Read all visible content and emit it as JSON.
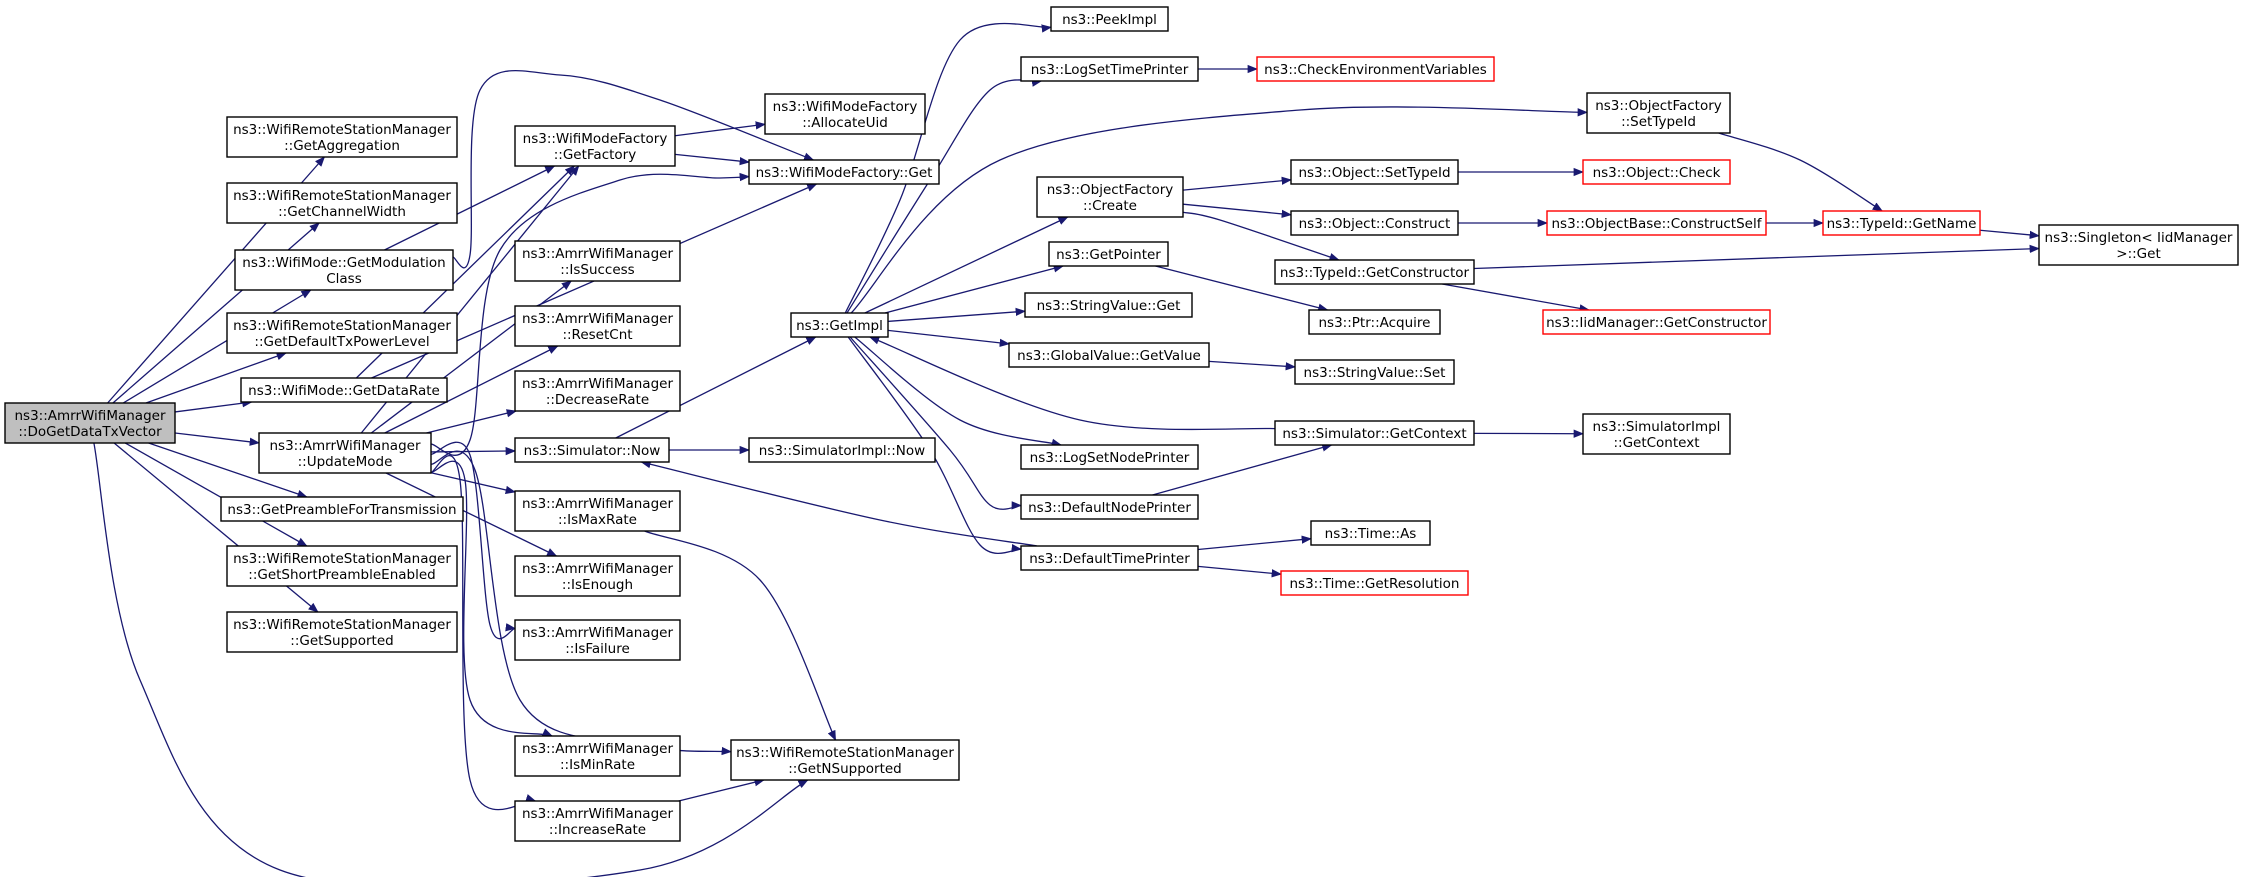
{
  "colors": {
    "edge": "#191970",
    "node_border": "#000000",
    "truncated_border": "#ff0000",
    "root_fill": "#bfbfbf"
  },
  "nodes": {
    "n1": {
      "lines": [
        "ns3::AmrrWifiManager",
        "::DoGetDataTxVector"
      ],
      "root": true
    },
    "n2": {
      "lines": [
        "ns3::WifiRemoteStationManager",
        "::GetAggregation"
      ]
    },
    "n3": {
      "lines": [
        "ns3::WifiRemoteStationManager",
        "::GetChannelWidth"
      ]
    },
    "n4": {
      "lines": [
        "ns3::WifiMode::GetModulation",
        "Class"
      ]
    },
    "n5": {
      "lines": [
        "ns3::WifiRemoteStationManager",
        "::GetDefaultTxPowerLevel"
      ]
    },
    "n6": {
      "lines": [
        "ns3::WifiMode::GetDataRate"
      ]
    },
    "n7": {
      "lines": [
        "ns3::AmrrWifiManager",
        "::UpdateMode"
      ]
    },
    "n8": {
      "lines": [
        "ns3::GetPreambleForTransmission"
      ]
    },
    "n9": {
      "lines": [
        "ns3::WifiRemoteStationManager",
        "::GetShortPreambleEnabled"
      ]
    },
    "n10": {
      "lines": [
        "ns3::WifiRemoteStationManager",
        "::GetSupported"
      ]
    },
    "n11": {
      "lines": [
        "ns3::WifiModeFactory",
        "::GetFactory"
      ]
    },
    "n12": {
      "lines": [
        "ns3::WifiModeFactory",
        "::AllocateUid"
      ]
    },
    "n13": {
      "lines": [
        "ns3::WifiModeFactory::Get"
      ]
    },
    "n14": {
      "lines": [
        "ns3::AmrrWifiManager",
        "::IsSuccess"
      ]
    },
    "n15": {
      "lines": [
        "ns3::AmrrWifiManager",
        "::ResetCnt"
      ]
    },
    "n16": {
      "lines": [
        "ns3::AmrrWifiManager",
        "::DecreaseRate"
      ]
    },
    "n17": {
      "lines": [
        "ns3::Simulator::Now"
      ]
    },
    "n18": {
      "lines": [
        "ns3::AmrrWifiManager",
        "::IsMaxRate"
      ]
    },
    "n19": {
      "lines": [
        "ns3::AmrrWifiManager",
        "::IsEnough"
      ]
    },
    "n20": {
      "lines": [
        "ns3::AmrrWifiManager",
        "::IsFailure"
      ]
    },
    "n21": {
      "lines": [
        "ns3::AmrrWifiManager",
        "::IsMinRate"
      ]
    },
    "n22": {
      "lines": [
        "ns3::AmrrWifiManager",
        "::IncreaseRate"
      ]
    },
    "n23": {
      "lines": [
        "ns3::WifiRemoteStationManager",
        "::GetNSupported"
      ]
    },
    "n24": {
      "lines": [
        "ns3::GetImpl"
      ]
    },
    "n25": {
      "lines": [
        "ns3::SimulatorImpl::Now"
      ]
    },
    "n26": {
      "lines": [
        "ns3::PeekImpl"
      ]
    },
    "n27": {
      "lines": [
        "ns3::LogSetTimePrinter"
      ]
    },
    "n28": {
      "lines": [
        "ns3::CheckEnvironmentVariables"
      ],
      "truncated": true
    },
    "n29": {
      "lines": [
        "ns3::ObjectFactory",
        "::Create"
      ]
    },
    "n30": {
      "lines": [
        "ns3::GetPointer"
      ]
    },
    "n31": {
      "lines": [
        "ns3::StringValue::Get"
      ]
    },
    "n32": {
      "lines": [
        "ns3::GlobalValue::GetValue"
      ]
    },
    "n33": {
      "lines": [
        "ns3::LogSetNodePrinter"
      ]
    },
    "n34": {
      "lines": [
        "ns3::DefaultNodePrinter"
      ]
    },
    "n35": {
      "lines": [
        "ns3::DefaultTimePrinter"
      ]
    },
    "n36": {
      "lines": [
        "ns3::ObjectFactory",
        "::SetTypeId"
      ]
    },
    "n37": {
      "lines": [
        "ns3::Object::SetTypeId"
      ]
    },
    "n38": {
      "lines": [
        "ns3::Object::Construct"
      ]
    },
    "n39": {
      "lines": [
        "ns3::TypeId::GetConstructor"
      ]
    },
    "n40": {
      "lines": [
        "ns3::Ptr::Acquire"
      ]
    },
    "n41": {
      "lines": [
        "ns3::StringValue::Set"
      ]
    },
    "n42": {
      "lines": [
        "ns3::Simulator::GetContext"
      ]
    },
    "n43": {
      "lines": [
        "ns3::Time::As"
      ]
    },
    "n44": {
      "lines": [
        "ns3::Time::GetResolution"
      ],
      "truncated": true
    },
    "n45": {
      "lines": [
        "ns3::Object::Check"
      ],
      "truncated": true
    },
    "n46": {
      "lines": [
        "ns3::ObjectBase::ConstructSelf"
      ],
      "truncated": true
    },
    "n47": {
      "lines": [
        "ns3::IidManager::GetConstructor"
      ],
      "truncated": true
    },
    "n48": {
      "lines": [
        "ns3::SimulatorImpl",
        "::GetContext"
      ]
    },
    "n49": {
      "lines": [
        "ns3::TypeId::GetName"
      ],
      "truncated": true
    },
    "n50": {
      "lines": [
        "ns3::Singleton< IidManager",
        " >::Get"
      ]
    }
  },
  "edges": [
    [
      "n1",
      "n2"
    ],
    [
      "n1",
      "n3"
    ],
    [
      "n1",
      "n4"
    ],
    [
      "n1",
      "n5"
    ],
    [
      "n1",
      "n6"
    ],
    [
      "n1",
      "n7"
    ],
    [
      "n1",
      "n8"
    ],
    [
      "n1",
      "n9"
    ],
    [
      "n1",
      "n10"
    ],
    [
      "n1",
      "n23"
    ],
    [
      "n4",
      "n11"
    ],
    [
      "n4",
      "n13"
    ],
    [
      "n6",
      "n11"
    ],
    [
      "n6",
      "n13"
    ],
    [
      "n7",
      "n11"
    ],
    [
      "n7",
      "n13"
    ],
    [
      "n7",
      "n14"
    ],
    [
      "n7",
      "n15"
    ],
    [
      "n7",
      "n16"
    ],
    [
      "n7",
      "n17"
    ],
    [
      "n7",
      "n18"
    ],
    [
      "n7",
      "n19"
    ],
    [
      "n7",
      "n20"
    ],
    [
      "n7",
      "n21"
    ],
    [
      "n7",
      "n22"
    ],
    [
      "n7",
      "n23"
    ],
    [
      "n11",
      "n12"
    ],
    [
      "n11",
      "n13"
    ],
    [
      "n17",
      "n24"
    ],
    [
      "n17",
      "n25"
    ],
    [
      "n18",
      "n23"
    ],
    [
      "n22",
      "n23"
    ],
    [
      "n24",
      "n26"
    ],
    [
      "n24",
      "n27"
    ],
    [
      "n24",
      "n29"
    ],
    [
      "n24",
      "n30"
    ],
    [
      "n24",
      "n31"
    ],
    [
      "n24",
      "n32"
    ],
    [
      "n24",
      "n33"
    ],
    [
      "n24",
      "n34"
    ],
    [
      "n24",
      "n35"
    ],
    [
      "n24",
      "n36"
    ],
    [
      "n27",
      "n28"
    ],
    [
      "n29",
      "n37"
    ],
    [
      "n29",
      "n38"
    ],
    [
      "n29",
      "n39"
    ],
    [
      "n30",
      "n40"
    ],
    [
      "n32",
      "n41"
    ],
    [
      "n34",
      "n42"
    ],
    [
      "n42",
      "n24"
    ],
    [
      "n42",
      "n48"
    ],
    [
      "n35",
      "n17"
    ],
    [
      "n35",
      "n43"
    ],
    [
      "n35",
      "n44"
    ],
    [
      "n36",
      "n49"
    ],
    [
      "n37",
      "n45"
    ],
    [
      "n38",
      "n46"
    ],
    [
      "n46",
      "n49"
    ],
    [
      "n39",
      "n47"
    ],
    [
      "n39",
      "n50"
    ],
    [
      "n49",
      "n50"
    ]
  ]
}
